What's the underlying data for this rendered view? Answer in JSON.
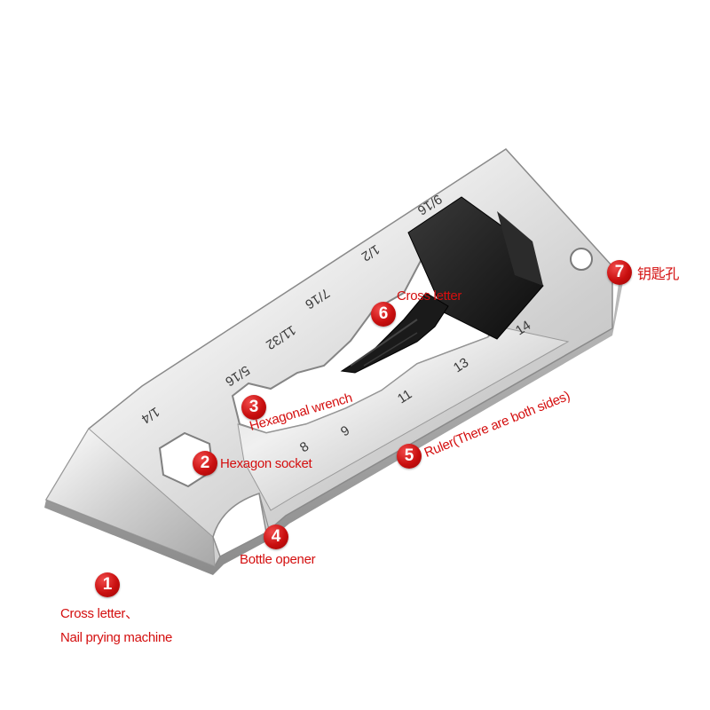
{
  "engravings": {
    "s_1_4": "1/4",
    "s_5_16": "5/16",
    "s_11_32": "11/32",
    "s_7_16": "7/16",
    "s_1_2": "1/2",
    "s_9_16": "9/16",
    "r_8": "8",
    "r_9": "9",
    "r_11": "11",
    "r_13": "13",
    "r_14": "14"
  },
  "callouts": [
    {
      "number": "1",
      "line1": "Cross letter、",
      "line2": "Nail prying machine"
    },
    {
      "number": "2",
      "label": "Hexagon socket"
    },
    {
      "number": "3",
      "label": "Hexagonal wrench"
    },
    {
      "number": "4",
      "label": "Bottle opener"
    },
    {
      "number": "5",
      "label": "Ruler(There are both sides)"
    },
    {
      "number": "6",
      "label": "Cross letter"
    },
    {
      "number": "7",
      "label": "钥匙孔"
    }
  ],
  "colors": {
    "accent_red": "#d40f0f",
    "steel_light": "#e9e9e9",
    "steel_dark": "#9a9a9a",
    "bit_black": "#1a1a1a"
  }
}
